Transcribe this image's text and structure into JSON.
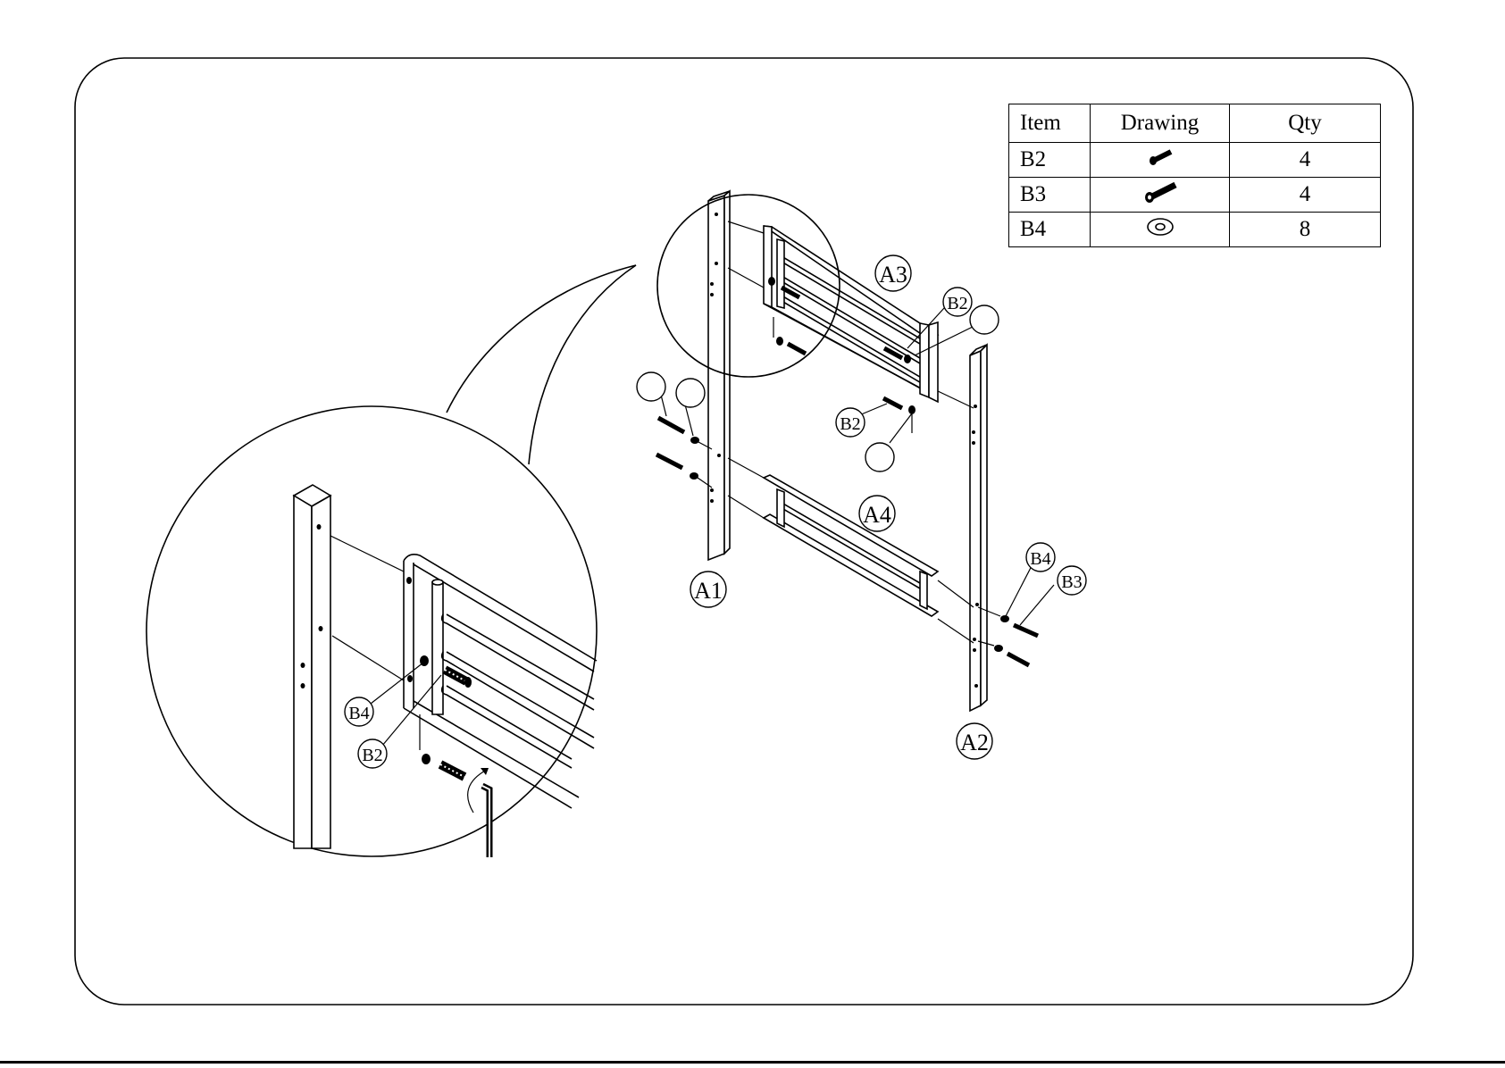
{
  "parts_table": {
    "headers": {
      "item": "Item",
      "drawing": "Drawing",
      "qty": "Qty"
    },
    "rows": [
      {
        "item": "B2",
        "drawing_icon": "short-bolt-icon",
        "qty": "4"
      },
      {
        "item": "B3",
        "drawing_icon": "long-bolt-icon",
        "qty": "4"
      },
      {
        "item": "B4",
        "drawing_icon": "washer-icon",
        "qty": "8"
      }
    ]
  },
  "labels": {
    "post_left": "A1",
    "post_right": "A2",
    "top_panel": "A3",
    "bottom_panel": "A4",
    "bolt_top_right": "B2",
    "bolt_mid_right": "B2",
    "washer_right": "B4",
    "bolt_long_right": "B3",
    "detail_washer": "B4",
    "detail_bolt": "B2"
  }
}
